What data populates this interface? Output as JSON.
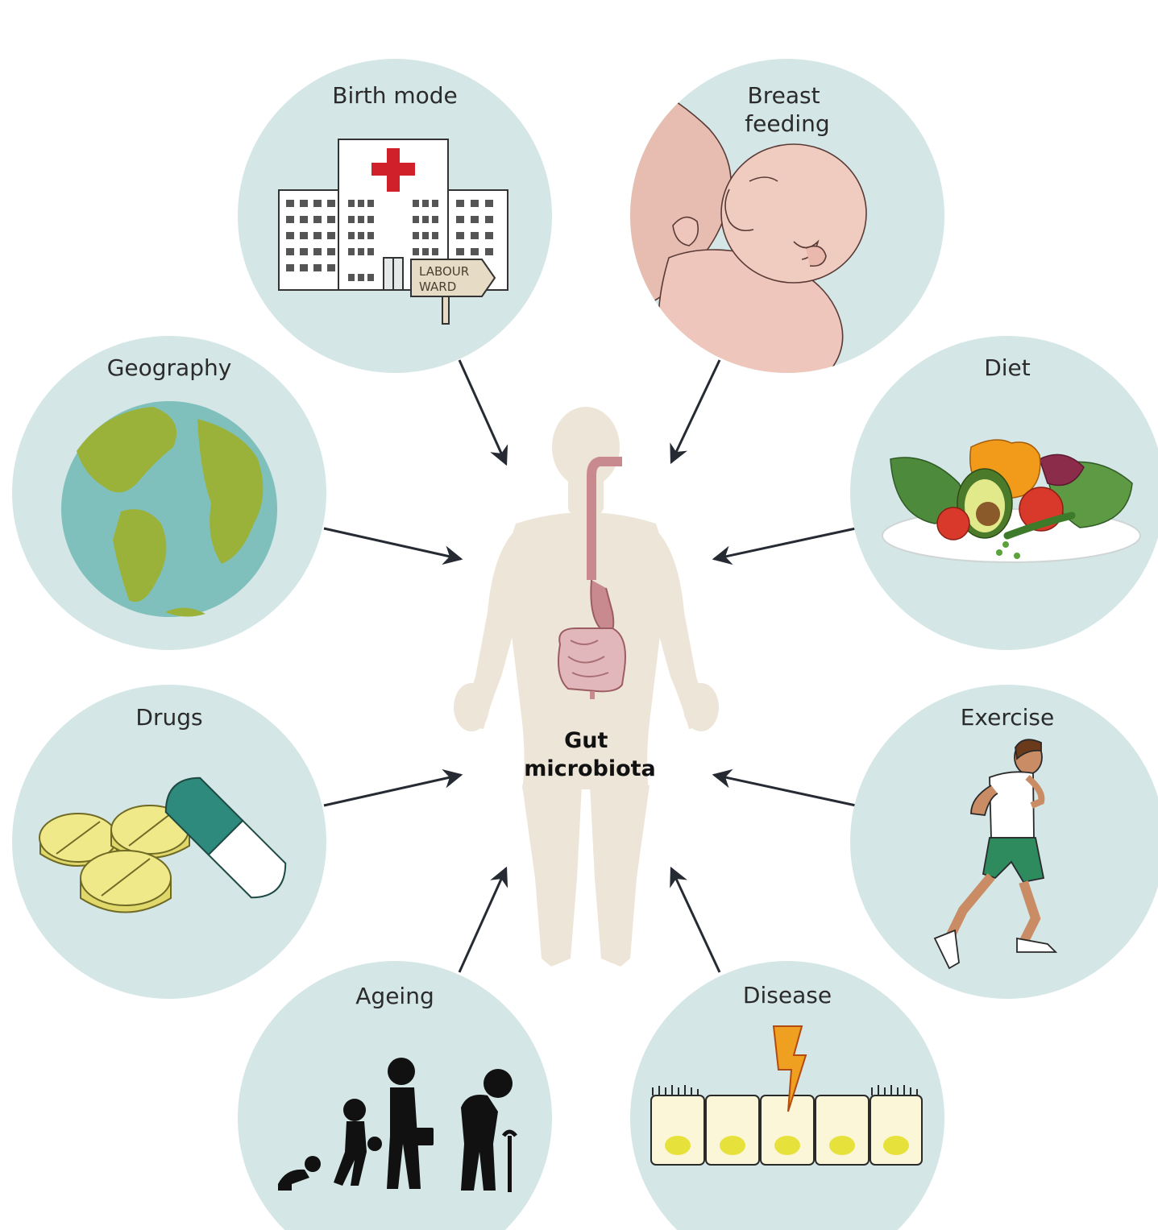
{
  "center": {
    "line1": "Gut",
    "line2": "microbiota"
  },
  "factors": [
    {
      "id": "birth-mode",
      "label_lines": [
        "Birth mode"
      ],
      "icon": "hospital-icon",
      "sign_lines": [
        "LABOUR",
        "WARD"
      ]
    },
    {
      "id": "breast-feeding",
      "label_lines": [
        "Breast",
        "feeding"
      ],
      "icon": "breastfeeding-baby-icon"
    },
    {
      "id": "geography",
      "label_lines": [
        "Geography"
      ],
      "icon": "globe-icon"
    },
    {
      "id": "diet",
      "label_lines": [
        "Diet"
      ],
      "icon": "vegetable-plate-icon"
    },
    {
      "id": "drugs",
      "label_lines": [
        "Drugs"
      ],
      "icon": "pills-icon"
    },
    {
      "id": "exercise",
      "label_lines": [
        "Exercise"
      ],
      "icon": "runner-icon"
    },
    {
      "id": "ageing",
      "label_lines": [
        "Ageing"
      ],
      "icon": "ageing-silhouettes-icon"
    },
    {
      "id": "disease",
      "label_lines": [
        "Disease"
      ],
      "icon": "damaged-epithelium-icon"
    }
  ],
  "colors": {
    "circle_fill": "#d4e6e6",
    "body_silhouette": "#ede5d8",
    "gut": "#c98a8f",
    "arrow": "#262b33",
    "globe_ocean": "#7fc0bd",
    "globe_land": "#9bb23a",
    "hospital_cross": "#d0202a",
    "pill_yellow": "#efe98a",
    "capsule_teal": "#2e8a7c",
    "bolt": "#f0a020"
  }
}
